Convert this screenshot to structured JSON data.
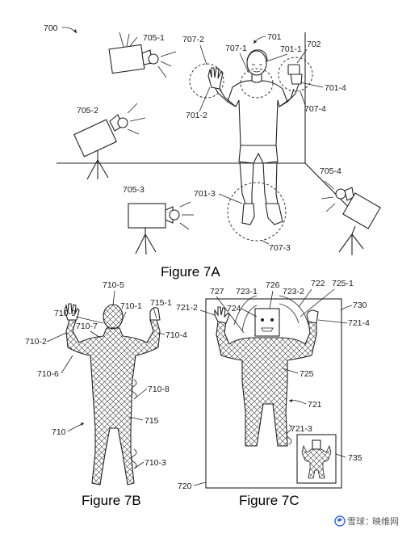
{
  "labels": {
    "l700": "700",
    "l705_1": "705-1",
    "l705_2": "705-2",
    "l705_3": "705-3",
    "l705_4": "705-4",
    "l701": "701",
    "l701_1": "701-1",
    "l701_2": "701-2",
    "l701_3": "701-3",
    "l701_4": "701-4",
    "l702": "702",
    "l707_1": "707-1",
    "l707_2": "707-2",
    "l707_3": "707-3",
    "l707_4": "707-4",
    "l710": "710",
    "l710_1": "710-1",
    "l710_2": "710-2",
    "l710_3": "710-3",
    "l710_4": "710-4",
    "l710_5": "710-5",
    "l710_6": "710-6",
    "l710_7": "710-7",
    "l710_8": "710-8",
    "l710_9": "710-9",
    "l715": "715",
    "l715_1": "715-1",
    "l720": "720",
    "l721": "721",
    "l721_2": "721-2",
    "l721_3": "721-3",
    "l721_4": "721-4",
    "l722": "722",
    "l723_1": "723-1",
    "l723_2": "723-2",
    "l724": "724",
    "l725": "725",
    "l725_1": "725-1",
    "l726": "726",
    "l727": "727",
    "l730": "730",
    "l735": "735"
  },
  "captions": {
    "fig7a": "Figure 7A",
    "fig7b": "Figure 7B",
    "fig7c": "Figure 7C"
  },
  "watermark": {
    "brand": "雪球",
    "separator": "：",
    "account": "映维网"
  },
  "colors": {
    "line": "#222222",
    "watermark_logo": "#3b6fd8",
    "watermark_text": "#555555"
  }
}
